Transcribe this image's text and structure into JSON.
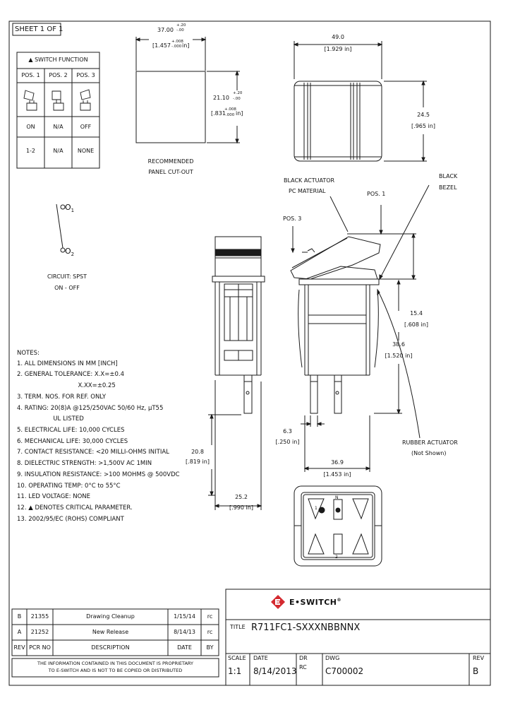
{
  "sheet": "SHEET 1 OF 1",
  "switch_function": {
    "title": "▲ SWITCH FUNCTION",
    "positions": [
      "POS. 1",
      "POS. 2",
      "POS. 3"
    ],
    "states": [
      "ON",
      "N/A",
      "OFF"
    ],
    "contacts": [
      "1-2",
      "N/A",
      "NONE"
    ]
  },
  "cutout": {
    "width_mm": "37.00",
    "width_tol_mm": [
      "+.20",
      "-.00"
    ],
    "width_in": "[1.457",
    "width_in_tol": [
      "+.008",
      "-.000"
    ],
    "width_in_unit": "in]",
    "height_mm": "21.10",
    "height_tol_mm": [
      "+.20",
      "-.00"
    ],
    "height_in": "[.831",
    "height_in_tol": [
      "+.008",
      "-.000"
    ],
    "height_in_unit": "in]",
    "caption_line1": "RECOMMENDED",
    "caption_line2": "PANEL CUT-OUT"
  },
  "top_view": {
    "width": "49.0",
    "width_in": "[1.929 in]",
    "height": "24.5",
    "height_in": "[.965 in]"
  },
  "circuit": {
    "terminal1": "O",
    "terminal1_sub": "1",
    "terminal2": "O",
    "terminal2_sub": "2",
    "label": "CIRCUIT: SPST",
    "function": "ON - OFF"
  },
  "side_view": {
    "actuator_label1": "BLACK ACTUATOR",
    "actuator_label2": "PC MATERIAL",
    "bezel_label1": "BLACK",
    "bezel_label2": "BEZEL",
    "pos1": "POS. 1",
    "pos3": "POS. 3",
    "dim_15_4": "15.4",
    "dim_15_4_in": "[.608 in]",
    "dim_38_6": "38.6",
    "dim_38_6_in": "[1.520 in]",
    "dim_6_3": "6.3",
    "dim_6_3_in": "[.250 in]",
    "dim_36_9": "36.9",
    "dim_36_9_in": "[1.453 in]",
    "rubber1": "RUBBER ACTUATOR",
    "rubber2": "(Not Shown)"
  },
  "front_view": {
    "dim_20_8": "20.8",
    "dim_20_8_in": "[.819 in]",
    "dim_25_2": "25.2",
    "dim_25_2_in": "[.990 in]"
  },
  "notes": [
    "NOTES:",
    "1. ALL DIMENSIONS IN MM [INCH]",
    "2. GENERAL TOLERANCE: X.X=±0.4",
    "                                X.XX=±0.25",
    "3. TERM. NOS. FOR REF. ONLY",
    "4. RATING: 20(8)A @125/250VAC 50/60 Hz, μT55",
    "                   UL LISTED",
    "5. ELECTRICAL LIFE: 10,000 CYCLES",
    "6. MECHANICAL LIFE: 30,000 CYCLES",
    "7. CONTACT RESISTANCE: <20 MILLI-OHMS INITIAL",
    "8. DIELECTRIC STRENGTH: >1,500V AC 1MIN",
    "9. INSULATION RESISTANCE: >100 MOHMS @ 500VDC",
    "10. OPERATING TEMP: 0°C to 55°C",
    "11. LED VOLTAGE: NONE",
    "12. ▲ DENOTES CRITICAL PARAMETER.",
    "13. 2002/95/EC (ROHS) COMPLIANT"
  ],
  "revisions": [
    {
      "rev": "B",
      "pcr": "21355",
      "desc": "Drawing Cleanup",
      "date": "1/15/14",
      "by": "rc"
    },
    {
      "rev": "A",
      "pcr": "21252",
      "desc": "New Release",
      "date": "8/14/13",
      "by": "rc"
    }
  ],
  "rev_headers": {
    "rev": "REV",
    "pcr": "PCR NO",
    "desc": "DESCRIPTION",
    "date": "DATE",
    "by": "BY"
  },
  "proprietary1": "THE INFORMATION CONTAINED IN THIS DOCUMENT IS PROPRIETARY",
  "proprietary2": "TO E-SWITCH AND IS NOT TO BE COPIED OR DISTRIBUTED",
  "title_block": {
    "logo": "E•SWITCH",
    "logo_mark": "®",
    "title_label": "TITLE",
    "title": "R711FC1-SXXXNBBNNX",
    "scale_label": "SCALE",
    "scale": "1:1",
    "date_label": "DATE",
    "date": "8/14/2013",
    "dr_label": "DR",
    "dr": "RC",
    "dwg_label": "DWG",
    "dwg": "C700002",
    "rev_label": "REV",
    "rev": "B"
  },
  "colors": {
    "line": "#1a1a1a",
    "logo_red": "#d42a30"
  },
  "terminal_marks": [
    "N",
    "1",
    "2"
  ]
}
